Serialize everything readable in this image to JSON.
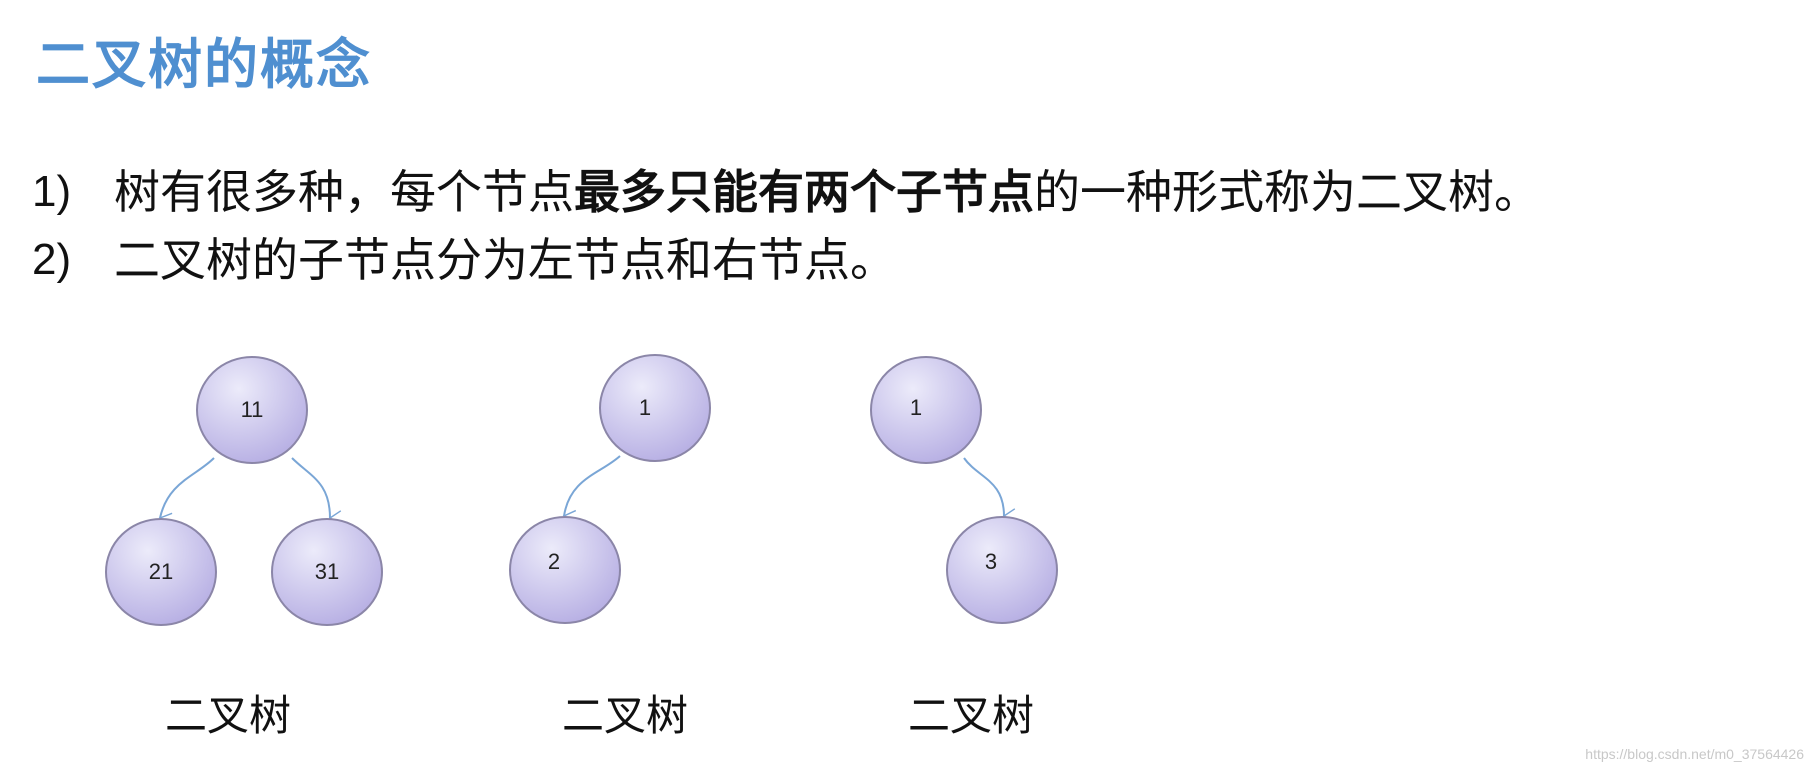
{
  "title": "二叉树的概念",
  "bullets": [
    {
      "num": "1)",
      "pre": "树有很多种，每个节点",
      "bold": "最多只能有两个子节点",
      "post": "的一种形式称为二叉树。"
    },
    {
      "num": "2)",
      "pre": "二叉树的子节点分为左节点和右节点。",
      "bold": "",
      "post": ""
    }
  ],
  "trees": [
    {
      "caption": "二叉树",
      "nodes": [
        "11",
        "21",
        "31"
      ],
      "edges": [
        [
          "11",
          "21"
        ],
        [
          "11",
          "31"
        ]
      ]
    },
    {
      "caption": "二叉树",
      "nodes": [
        "1",
        "2"
      ],
      "edges": [
        [
          "1",
          "2"
        ]
      ]
    },
    {
      "caption": "二叉树",
      "nodes": [
        "1",
        "3"
      ],
      "edges": [
        [
          "1",
          "3"
        ]
      ]
    }
  ],
  "colors": {
    "title": "#4f8fd0",
    "node_fill_light": "#ecebfa",
    "node_fill_dark": "#b6aee3",
    "node_stroke": "#8b86a8",
    "edge": "#7aa6d6"
  },
  "watermark": "https://blog.csdn.net/m0_37564426"
}
